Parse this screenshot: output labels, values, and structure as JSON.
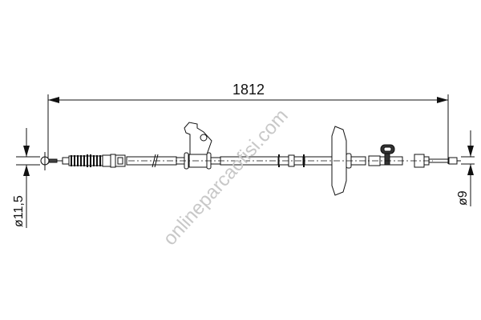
{
  "diagram": {
    "type": "technical-drawing",
    "subject": "parking brake cable",
    "dimensions": {
      "overall_length": "1812",
      "left_diameter": "ø11,5",
      "right_diameter": "ø9"
    },
    "colors": {
      "line": "#111111",
      "background": "#ffffff",
      "watermark": "#c8c8c8"
    }
  },
  "watermark": {
    "text": "onlineparcaofisi.com"
  }
}
